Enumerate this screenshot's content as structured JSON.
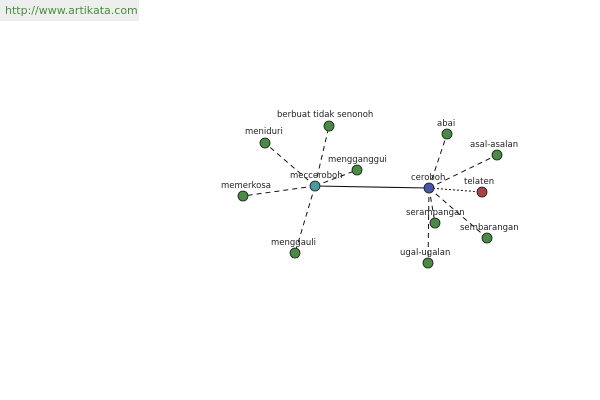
{
  "header": {
    "url": "http://www.artikata.com"
  },
  "diagram": {
    "nodes": {
      "mecceroboh": {
        "label": "mecceroboh",
        "kind": "teal"
      },
      "ceroboh": {
        "label": "ceroboh",
        "kind": "blue"
      },
      "berbuat": {
        "label": "berbuat tidak senonoh",
        "kind": "green"
      },
      "meniduri": {
        "label": "meniduri",
        "kind": "green"
      },
      "mengganggui": {
        "label": "mengganggui",
        "kind": "green"
      },
      "memerkosa": {
        "label": "memerkosa",
        "kind": "green"
      },
      "menggauli": {
        "label": "menggauli",
        "kind": "green"
      },
      "abai": {
        "label": "abai",
        "kind": "green"
      },
      "asalasalan": {
        "label": "asal-asalan",
        "kind": "green"
      },
      "telaten": {
        "label": "telaten",
        "kind": "red"
      },
      "serampangan": {
        "label": "serampangan",
        "kind": "green"
      },
      "sembarangan": {
        "label": "sembarangan",
        "kind": "green"
      },
      "ugalugalan": {
        "label": "ugal-ugalan",
        "kind": "green"
      }
    },
    "edges": [
      {
        "from": "mecceroboh",
        "to": "ceroboh",
        "style": "solid"
      },
      {
        "from": "mecceroboh",
        "to": "berbuat",
        "style": "dashed"
      },
      {
        "from": "mecceroboh",
        "to": "meniduri",
        "style": "dashed"
      },
      {
        "from": "mecceroboh",
        "to": "mengganggui",
        "style": "dashed"
      },
      {
        "from": "mecceroboh",
        "to": "memerkosa",
        "style": "dashed"
      },
      {
        "from": "mecceroboh",
        "to": "menggauli",
        "style": "dashed"
      },
      {
        "from": "ceroboh",
        "to": "abai",
        "style": "dashed"
      },
      {
        "from": "ceroboh",
        "to": "asalasalan",
        "style": "dashed"
      },
      {
        "from": "ceroboh",
        "to": "telaten",
        "style": "dotted"
      },
      {
        "from": "ceroboh",
        "to": "serampangan",
        "style": "dashed"
      },
      {
        "from": "ceroboh",
        "to": "sembarangan",
        "style": "dashed"
      },
      {
        "from": "ceroboh",
        "to": "ugalugalan",
        "style": "dashed"
      }
    ],
    "colors": {
      "green": "#4a8a44",
      "teal": "#4a9aa0",
      "blue": "#4a55a8",
      "red": "#a84444",
      "edge": "#111111"
    }
  }
}
